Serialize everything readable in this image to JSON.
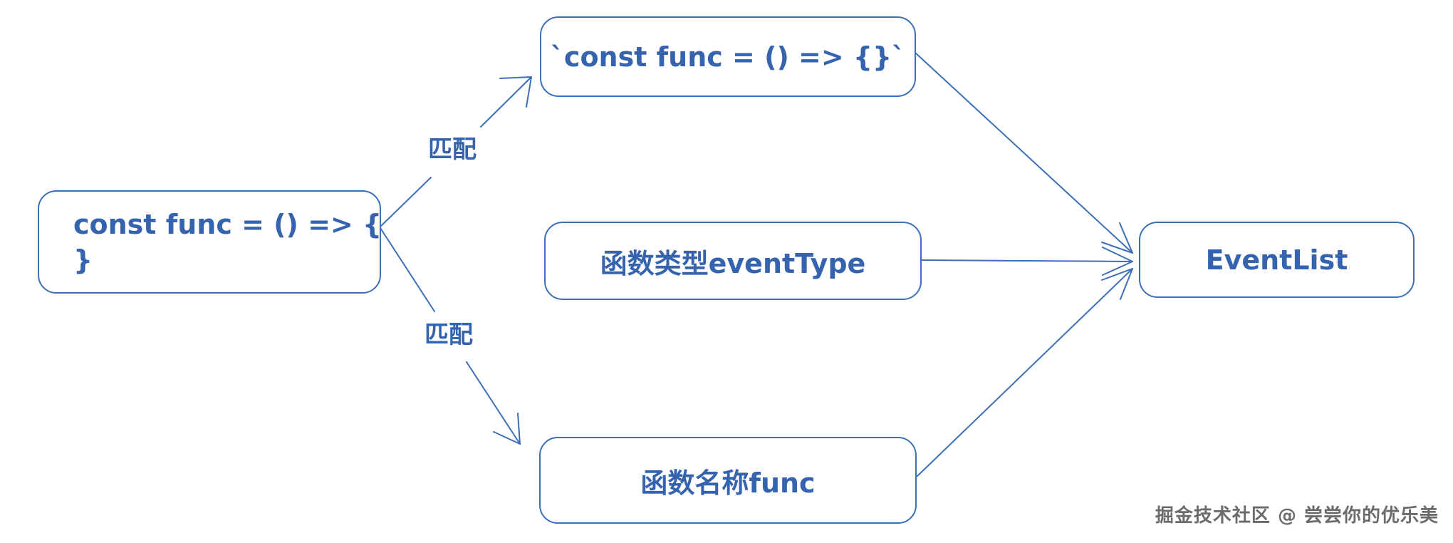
{
  "diagram": {
    "nodes": {
      "source": "const func = () => {\n}",
      "template": "`const func = () => {}`",
      "event_type": "函数类型eventType",
      "func_name": "函数名称func",
      "event_list": "EventList"
    },
    "edge_labels": {
      "match_top": "匹配",
      "match_bottom": "匹配"
    },
    "colors": {
      "stroke": "#3b6fb6",
      "text": "#3563ad"
    }
  },
  "watermark": "掘金技术社区 @ 尝尝你的优乐美"
}
